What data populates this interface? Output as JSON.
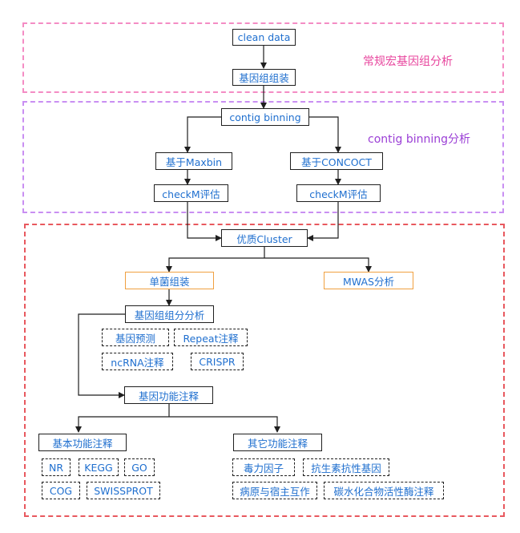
{
  "colors": {
    "text_blue": "#1f6fcf",
    "border_dark": "#1f1f1f",
    "border_orange": "#f0a040",
    "section1_border": "#f48cc4",
    "section1_label": "#e8469e",
    "section2_border": "#c98ff2",
    "section2_label": "#9b3fd6",
    "section3_border": "#e8585e",
    "arrow": "#1f1f1f"
  },
  "sections": {
    "routine": {
      "label": "常规宏基因组分析"
    },
    "binning": {
      "label": "contig binning分析"
    }
  },
  "nodes": {
    "clean_data": "clean data",
    "assembly": "基因组组装",
    "contig_binning": "contig binning",
    "maxbin": "基于Maxbin",
    "concoct": "基于CONCOCT",
    "checkm_left": "checkM评估",
    "checkm_right": "checkM评估",
    "cluster": "优质Cluster",
    "single_assembly": "单菌组装",
    "mwas": "MWAS分析",
    "genome_component": "基因组组分分析",
    "gene_prediction": "基因预测",
    "repeat": "Repeat注释",
    "ncrna": "ncRNA注释",
    "crispr": "CRISPR",
    "gene_function": "基因功能注释",
    "basic_function": "基本功能注释",
    "other_function": "其它功能注释",
    "nr": "NR",
    "kegg": "KEGG",
    "go": "GO",
    "cog": "COG",
    "swissprot": "SWISSPROT",
    "virulence": "毒力因子",
    "antibiotic": "抗生素抗性基因",
    "pathogen_host": "病原与宿主互作",
    "cazy": "碳水化合物活性酶注释"
  }
}
